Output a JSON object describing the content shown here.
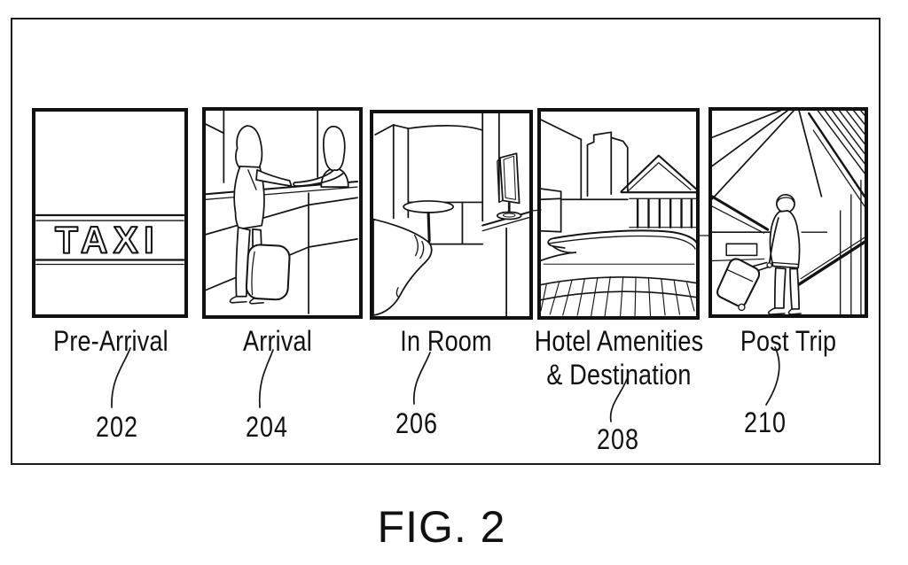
{
  "figure": {
    "caption": "FIG. 2",
    "taxi_sign_text": "TAXI",
    "panels": [
      {
        "label": "Pre-Arrival",
        "ref": "202",
        "illustration": "taxi-sign"
      },
      {
        "label": "Arrival",
        "ref": "204",
        "illustration": "reception-desk-check-in"
      },
      {
        "label": "In Room",
        "ref": "206",
        "illustration": "hotel-room-bed-tv"
      },
      {
        "label": "Hotel Amenities & Destination",
        "ref": "208",
        "illustration": "resort-pool-buildings"
      },
      {
        "label": "Post Trip",
        "ref": "210",
        "illustration": "traveler-rolling-luggage"
      }
    ],
    "colors": {
      "line": "#141414",
      "background": "#ffffff"
    }
  }
}
